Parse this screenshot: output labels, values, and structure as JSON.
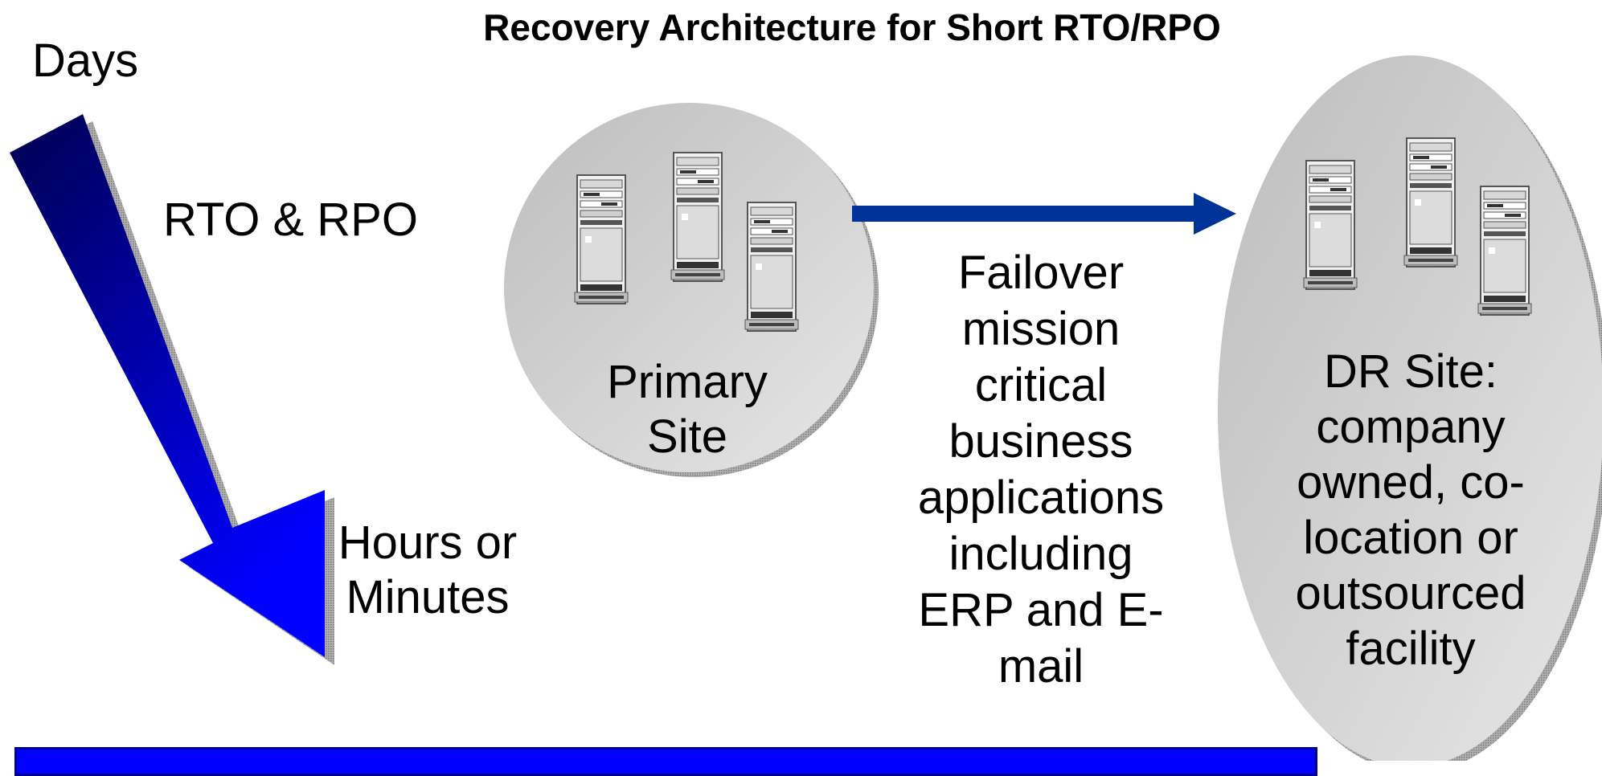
{
  "title": "Recovery Architecture for Short RTO/RPO",
  "arrow": {
    "top_label": "Days",
    "mid_label": "RTO & RPO",
    "bottom_label": "Hours or Minutes"
  },
  "primary_site": {
    "label": "Primary Site"
  },
  "failover": {
    "label": "Failover mission critical business applications including ERP and E-mail"
  },
  "dr_site": {
    "label": "DR Site: company owned, co-location or outsourced facility"
  },
  "colors": {
    "arrow_dark": "#00005a",
    "arrow_bright": "#0000ff",
    "connector": "#003399",
    "site_fill": "#c8c8c8",
    "bar": "#0000ff"
  }
}
